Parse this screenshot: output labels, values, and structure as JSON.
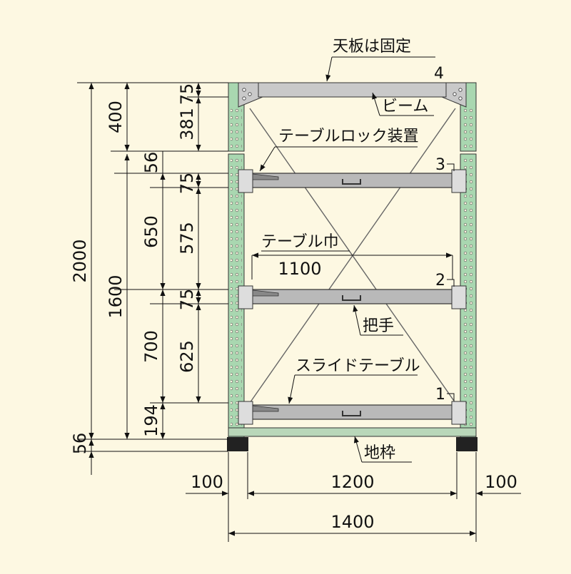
{
  "colors": {
    "background": "#fdf8e2",
    "post": "#a9d7b0",
    "beam": "#c9c9c9",
    "table": "#b9b9b9",
    "base": "#222222",
    "line": "#111111"
  },
  "labels": {
    "top_plate_fixed": "天板は固定",
    "beam": "ビーム",
    "table_lock": "テーブルロック装置",
    "table_width": "テーブル巾",
    "handle": "把手",
    "slide_table": "スライドテーブル",
    "base_frame": "地枠"
  },
  "levels": {
    "top": "4",
    "l3": "3",
    "l2": "2",
    "l1": "1"
  },
  "dims": {
    "total_height": "2000",
    "top_section": "400",
    "lower_section": "1600",
    "base_56": "56",
    "gap_56": "56",
    "top_75": "75",
    "top_381": "381",
    "span_650": "650",
    "span_700": "700",
    "bottom_194": "194",
    "l3_75": "75",
    "span_575": "575",
    "l2_75": "75",
    "span_625": "625",
    "table_width_value": "1100",
    "left_100": "100",
    "inner_1200": "1200",
    "right_100": "100",
    "total_1400": "1400"
  },
  "icons": {
    "arrow": "arrowhead",
    "lock": "lock-device-icon",
    "handle": "handle-icon"
  }
}
